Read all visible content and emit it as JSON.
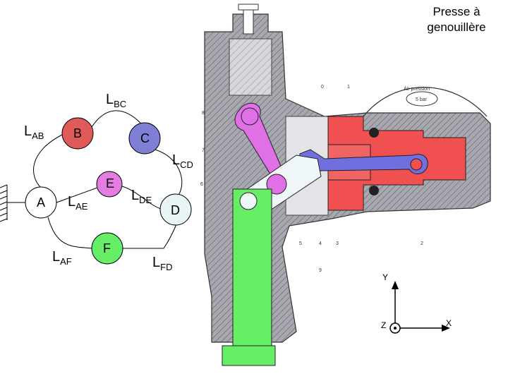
{
  "title": "Presse à genouillère",
  "graph": {
    "nodes": [
      {
        "id": "A",
        "label": "A",
        "color": "#ffffff"
      },
      {
        "id": "B",
        "label": "B",
        "color": "#e05a5a"
      },
      {
        "id": "C",
        "label": "C",
        "color": "#7f7fd6"
      },
      {
        "id": "D",
        "label": "D",
        "color": "#eaf4f6"
      },
      {
        "id": "E",
        "label": "E",
        "color": "#e57ce2"
      },
      {
        "id": "F",
        "label": "F",
        "color": "#66ee66"
      }
    ],
    "links": [
      {
        "id": "AB",
        "main": "L",
        "sub": "AB"
      },
      {
        "id": "BC",
        "main": "L",
        "sub": "BC"
      },
      {
        "id": "CD",
        "main": "L",
        "sub": "CD"
      },
      {
        "id": "AE",
        "main": "L",
        "sub": "AE"
      },
      {
        "id": "DE",
        "main": "L",
        "sub": "DE"
      },
      {
        "id": "AF",
        "main": "L",
        "sub": "AF"
      },
      {
        "id": "FD",
        "main": "L",
        "sub": "FD"
      }
    ]
  },
  "drawing": {
    "annotation": "Air pression",
    "pressure": "5 bar",
    "part_numbers": [
      "0",
      "1",
      "8",
      "7",
      "6",
      "5",
      "4",
      "3",
      "2",
      "9"
    ]
  },
  "axes": {
    "y": "Y",
    "z": "Z",
    "x": "X"
  },
  "colors": {
    "piston_red": "#f05050",
    "rod_blue": "#6f6fe0",
    "lever_magenta": "#e070e6",
    "link_white": "#eef6f8",
    "slide_green": "#66ee66",
    "body_gray": "#a8a8b0"
  }
}
